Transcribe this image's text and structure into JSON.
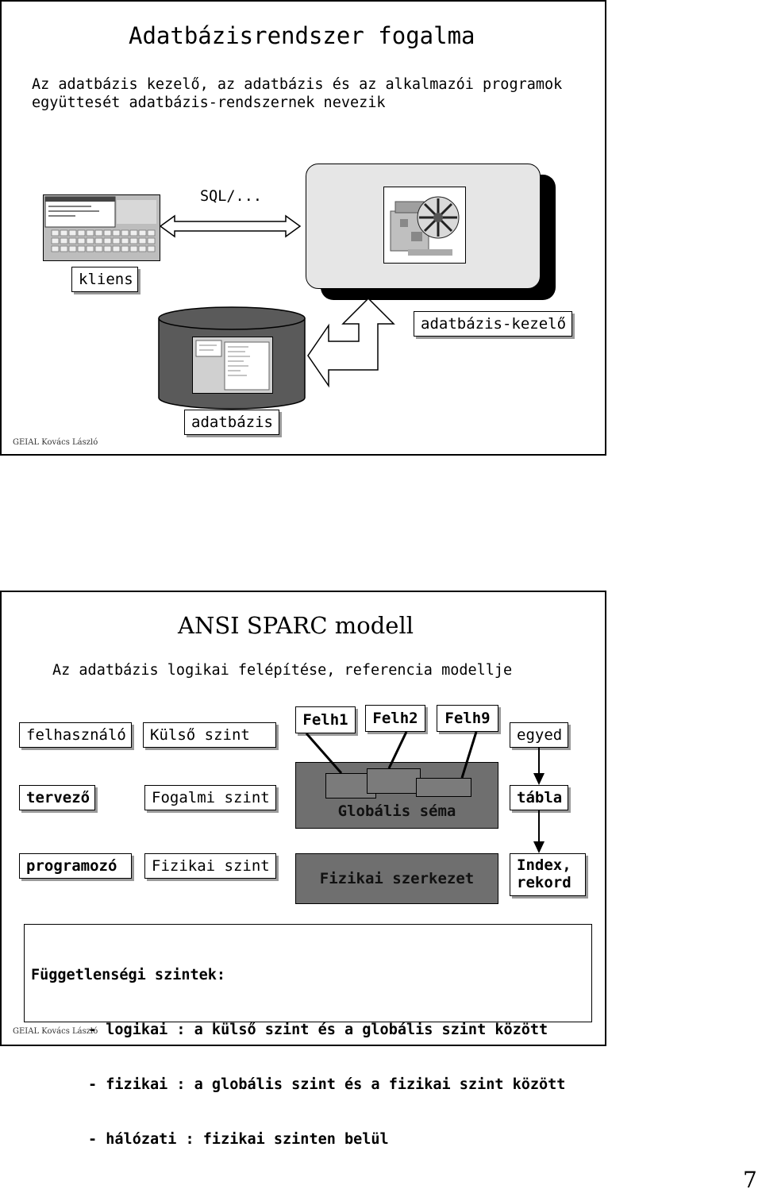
{
  "slide1": {
    "title": "Adatbázisrendszer fogalma",
    "intro_line1": "Az adatbázis kezelő, az adatbázis és az alkalmazói programok",
    "intro_line2": "együttesét adatbázis-rendszernek nevezik",
    "protocol_label": "SQL/...",
    "client_label": "kliens",
    "dbms_label": "adatbázis-kezelő",
    "database_label": "adatbázis",
    "footer": "GEIAL Kovács László"
  },
  "slide2": {
    "title": "ANSI SPARC modell",
    "subtitle": "Az adatbázis logikai felépítése, referencia modellje",
    "roles": [
      "felhasználó",
      "tervező",
      "programozó"
    ],
    "levels": [
      "Külső szint",
      "Fogalmi szint",
      "Fizikai szint"
    ],
    "users": [
      "Felh1",
      "Felh2",
      "Felh9"
    ],
    "global_schema": "Globális séma",
    "physical_structure": "Fizikai szerkezet",
    "objects": [
      "egyed",
      "tábla",
      "Index,",
      "rekord"
    ],
    "independence_title": "Függetlenségi szintek:",
    "independence_items": [
      "- logikai : a külső szint és a globális szint között",
      "- fizikai : a globális szint és a fizikai szint között",
      "- hálózati : fizikai szinten belül"
    ],
    "footer": "GEIAL Kovács László"
  },
  "page_number": "7",
  "colors": {
    "dark_panel": "#6f6f6f",
    "light_panel": "#e6e6e6",
    "cylinder": "#5a5a5a"
  }
}
